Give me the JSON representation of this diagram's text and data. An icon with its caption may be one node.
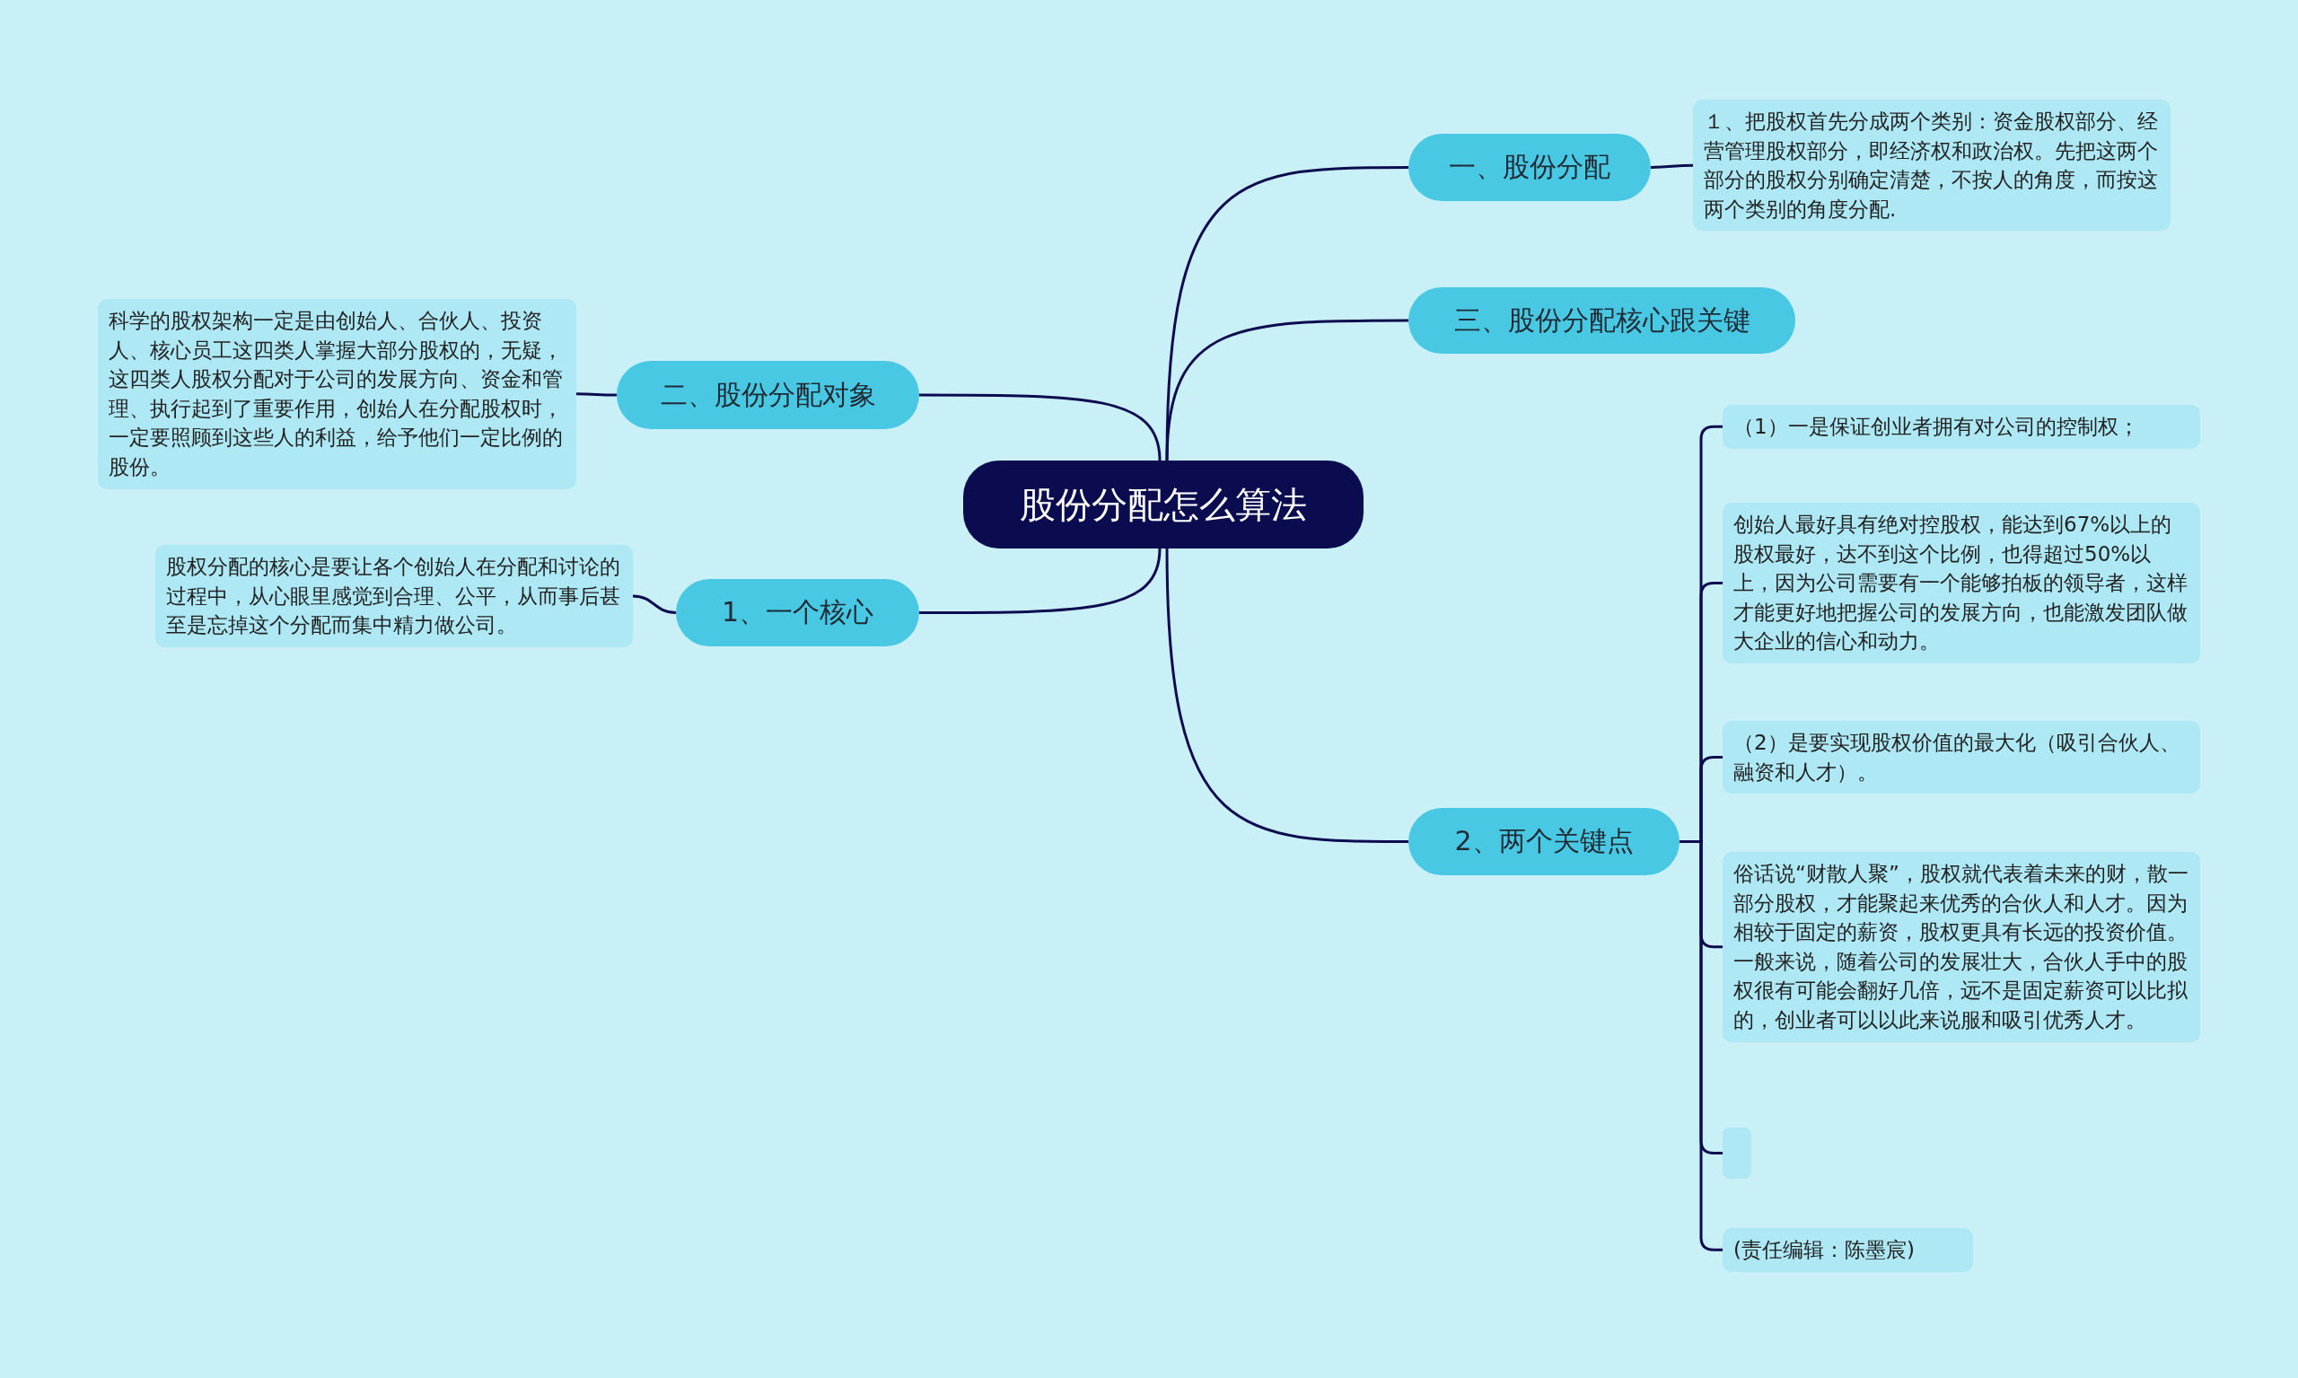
{
  "diagram": {
    "nodes": [
      {
        "text": [
          "股份分配怎么算法"
        ]
      },
      {
        "text": [
          "一、股份分配"
        ]
      },
      {
        "text": [
          "１、把股权首先分成两个类别：资金股权部分、经营管理股权部分，即经济权和政治权。先把这两个部分的股权分别确定清楚，不按人的角度，而按这两个类别的角度分配."
        ]
      },
      {
        "text": [
          "三、股份分配核心跟关键"
        ]
      },
      {
        "text": [
          "二、股份分配对象"
        ]
      },
      {
        "text": [
          "科学的股权架构一定是由创始人、合伙人、投资人、核心员工这四类人掌握大部分股权的，无疑，这四类人股权分配对于公司的发展方向、资金和管理、执行起到了重要作用，创始人在分配股权时，一定要照顾到这些人的利益，给予他们一定比例的股份。"
        ]
      },
      {
        "text": [
          "1、一个核心"
        ]
      },
      {
        "text": [
          "股权分配的核心是要让各个创始人在分配和讨论的过程中，从心眼里感觉到合理、公平，从而事后甚至是忘掉这个分配而集中精力做公司。"
        ]
      },
      {
        "text": [
          "2、两个关键点"
        ]
      },
      {
        "text": [
          "（1）一是保证创业者拥有对公司的控制权；"
        ]
      },
      {
        "text": [
          "创始人最好具有绝对控股权，能达到67%以上的股权最好，达不到这个比例，也得超过50%以上，因为公司需要有一个能够拍板的领导者，这样才能更好地把握公司的发展方向，也能激发团队做大企业的信心和动力。"
        ]
      },
      {
        "text": [
          "（2）是要实现股权价值的最大化（吸引合伙人、融资和人才）。"
        ]
      },
      {
        "text": [
          "俗话说“财散人聚”，股权就代表着未来的财，散一部分股权，才能聚起来优秀的合伙人和人才。因为相较于固定的薪资，股权更具有长远的投资价值。一般来说，随着公司的发展壮大，合伙人手中的股权很有可能会翻好几倍，远不是固定薪资可以比拟的，创业者可以以此来说服和吸引优秀人才。"
        ]
      },
      {
        "text": [],
        "shape": "box"
      },
      {
        "text": [
          "(责任编辑：陈墨宸)"
        ]
      }
    ],
    "edges": [
      {
        "from": 0,
        "to": 1,
        "arrow": "none"
      },
      {
        "from": 0,
        "to": 3,
        "arrow": "none"
      },
      {
        "from": 0,
        "to": 4,
        "arrow": "none"
      },
      {
        "from": 0,
        "to": 6,
        "arrow": "none"
      },
      {
        "from": 0,
        "to": 8,
        "arrow": "none"
      },
      {
        "from": 1,
        "to": 2,
        "arrow": "none"
      },
      {
        "from": 4,
        "to": 5,
        "arrow": "none"
      },
      {
        "from": 6,
        "to": 7,
        "arrow": "none"
      },
      {
        "from": 8,
        "to": 9,
        "arrow": "none"
      },
      {
        "from": 8,
        "to": 10,
        "arrow": "none"
      },
      {
        "from": 8,
        "to": 11,
        "arrow": "none"
      },
      {
        "from": 8,
        "to": 12,
        "arrow": "none"
      },
      {
        "from": 8,
        "to": 13,
        "arrow": "none"
      },
      {
        "from": 8,
        "to": 14,
        "arrow": "none"
      }
    ]
  }
}
